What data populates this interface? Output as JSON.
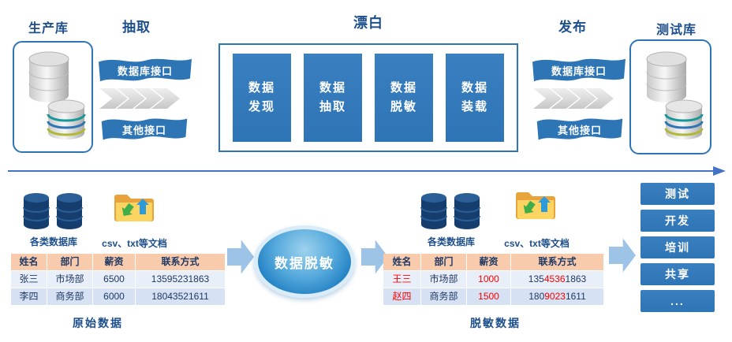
{
  "colors": {
    "accent_blue": "#2e75b6",
    "dark_blue": "#1d4f8c",
    "navy_text": "#1f3864",
    "light_blue_arrow": "#9dc3e6",
    "table_header_bg": "#f8cbad",
    "table_row_bg": "#d6e2f4",
    "masked_red": "#ff0000",
    "chevron_gray": "#d9d9d9"
  },
  "top": {
    "production_db_label": "生产库",
    "extract_label": "抽取",
    "bleach_label": "漂白",
    "publish_label": "发布",
    "test_db_label": "测试库",
    "extract_ribbon_1": "数据库接口",
    "extract_ribbon_2": "其他接口",
    "publish_ribbon_1": "数据库接口",
    "publish_ribbon_2": "其他接口",
    "bleach_steps": [
      "数据\n发现",
      "数据\n抽取",
      "数据\n脱敏",
      "数据\n装载"
    ]
  },
  "bottom": {
    "left_db_label": "各类数据库",
    "left_files_label": "csv、txt等文档",
    "right_db_label": "各类数据库",
    "right_files_label": "csv、txt等文档",
    "masking_bubble_label": "数据脱敏",
    "original_table": {
      "headers": [
        "姓名",
        "部门",
        "薪资",
        "联系方式"
      ],
      "rows": [
        {
          "name": "张三",
          "dept": "市场部",
          "salary": "6500",
          "phone": "13595231863"
        },
        {
          "name": "李四",
          "dept": "商务部",
          "salary": "6000",
          "phone": "18043521611"
        }
      ],
      "caption": "原始数据"
    },
    "masked_table": {
      "headers": [
        "姓名",
        "部门",
        "薪资",
        "联系方式"
      ],
      "rows": [
        {
          "name": "王三",
          "dept": "市场部",
          "salary": "1000",
          "phone_prefix": "135",
          "phone_masked": "4536",
          "phone_suffix": "1863"
        },
        {
          "name": "赵四",
          "dept": "商务部",
          "salary": "1500",
          "phone_prefix": "180",
          "phone_masked": "9023",
          "phone_suffix": "1611"
        }
      ],
      "caption": "脱敏数据"
    },
    "outputs": [
      "测试",
      "开发",
      "培训",
      "共享",
      "..."
    ]
  }
}
